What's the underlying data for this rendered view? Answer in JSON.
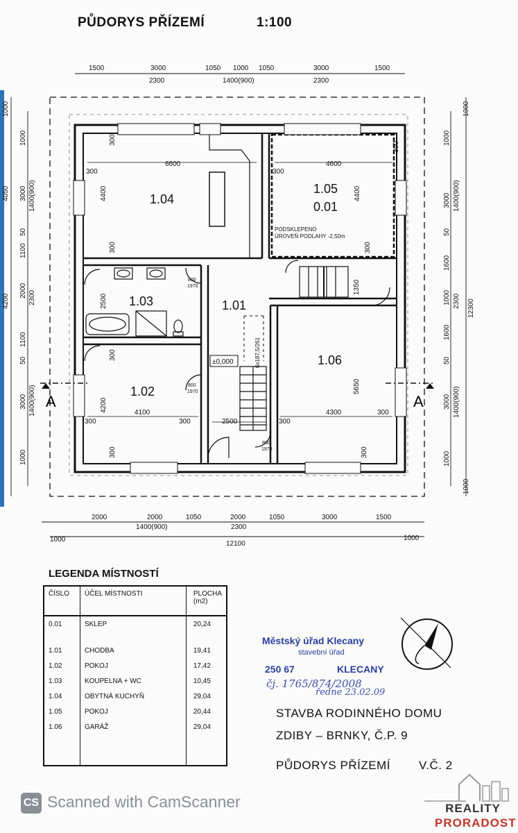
{
  "header": {
    "title": "PŮDORYS PŘÍZEMÍ",
    "scale": "1:100"
  },
  "dimensions": {
    "top_row1": [
      "1500",
      "3000",
      "1050",
      "1000",
      "1050",
      "3000",
      "1500"
    ],
    "top_row2": [
      "2300",
      "1400(900)",
      "2300"
    ],
    "bottom_row1": [
      "2000",
      "2000",
      "1050",
      "2000",
      "1050",
      "3000",
      "1500"
    ],
    "bottom_row2": [
      "1400(900)",
      "2300"
    ],
    "bottom_total": "12100",
    "bottom_side": [
      "1000",
      "1000"
    ],
    "left_1": [
      "1000",
      "4050",
      "4200"
    ],
    "left_2": [
      "1000",
      "3000",
      "1400(900)",
      "50",
      "1100",
      "2000",
      "2300",
      "1100",
      "50",
      "3000",
      "1400(900)",
      "1000"
    ],
    "right_1": [
      "1000",
      "1000",
      "3000",
      "1400(900)",
      "50",
      "1600",
      "1000",
      "2300",
      "1600",
      "50",
      "3000",
      "1400(900)",
      "1000",
      "1000"
    ],
    "right_total": "12300",
    "inner": [
      "6600",
      "4600",
      "300",
      "300",
      "300",
      "4400",
      "4400",
      "300",
      "300",
      "2500",
      "800",
      "1970",
      "4200",
      "4100",
      "300",
      "300",
      "800",
      "1970",
      "2500",
      "800",
      "1970",
      "1350",
      "5650",
      "4300",
      "300",
      "300",
      "300",
      "300",
      "300",
      "300"
    ],
    "stair": "6x187,5/261",
    "elevation": "±0,000"
  },
  "rooms": {
    "r104": "1.04",
    "r105": "1.05",
    "r001": "0.01",
    "r103": "1.03",
    "r101": "1.01",
    "r102": "1.02",
    "r106": "1.06"
  },
  "cellar_note": {
    "line1": "PODSKLEPENO",
    "line2": "ÚROVEŇ PODLAHY -2,50m"
  },
  "section_marks": [
    "A",
    "A"
  ],
  "legend": {
    "title": "LEGENDA MÍSTNOSTÍ",
    "headers": {
      "num": "ČÍSLO",
      "purpose": "ÚČEL MÍSTNOSTI",
      "area": "PLOCHA",
      "area_unit": "(m2)"
    },
    "rows": [
      {
        "num": "0.01",
        "purpose": "SKLEP",
        "area": "20,24"
      },
      {
        "num": "1.01",
        "purpose": "CHODBA",
        "area": "19,41"
      },
      {
        "num": "1.02",
        "purpose": "POKOJ",
        "area": "17,42"
      },
      {
        "num": "1.03",
        "purpose": "KOUPELNA + WC",
        "area": "10,45"
      },
      {
        "num": "1.04",
        "purpose": "OBYTNÁ KUCHYŇ",
        "area": "29,04"
      },
      {
        "num": "1.05",
        "purpose": "POKOJ",
        "area": "20,44"
      },
      {
        "num": "1.06",
        "purpose": "GARÁŽ",
        "area": "29,04"
      }
    ]
  },
  "stamp": {
    "office": "Městský úřad Klecany",
    "dept": "stavební úřad",
    "zip": "250 67",
    "city": "KLECANY",
    "ref": "čj. 1765/874/2008",
    "date": "ředne 23.02.09"
  },
  "title_block": {
    "line1": "STAVBA RODINNÉHO DOMU",
    "line2": "ZDIBY – BRNKY, Č.P. 9",
    "line3": "PŮDORYS PŘÍZEMÍ",
    "sheet": "V.Č. 2"
  },
  "scanner": {
    "logo": "CS",
    "text": "Scanned with CamScanner"
  },
  "brand": {
    "line1": "REALITY",
    "line2": "PRORADOST"
  },
  "colors": {
    "stamp": "#2a3e9c",
    "brand_pro": "#c0362c",
    "edge": "#2d73b8"
  }
}
